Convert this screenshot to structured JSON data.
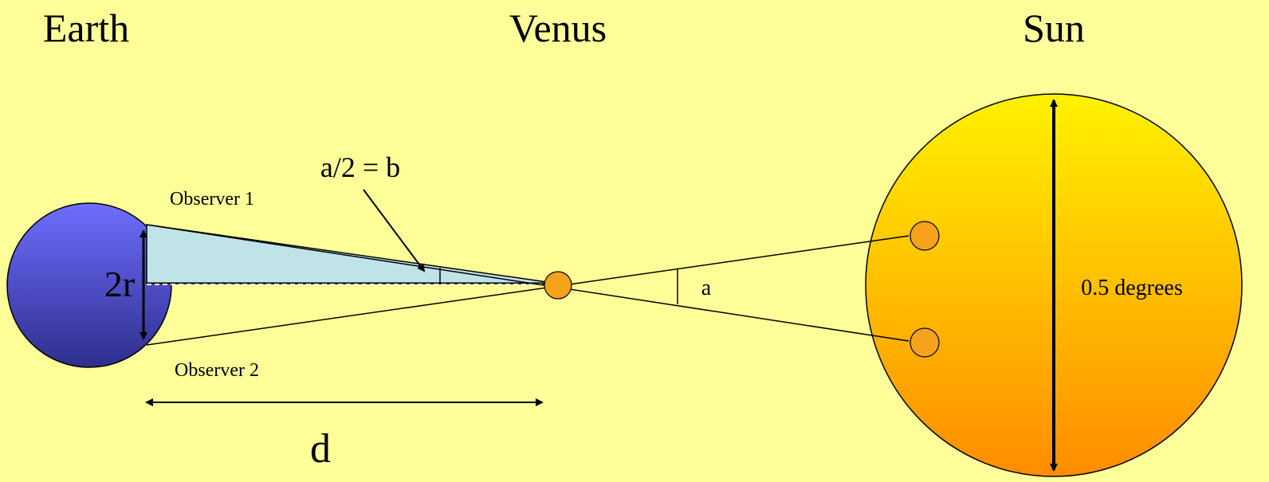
{
  "diagram": {
    "bodies": {
      "earth": "Earth",
      "venus": "Venus",
      "sun": "Sun"
    },
    "labels": {
      "observer_1": "Observer 1",
      "observer_2": "Observer 2",
      "earth_diameter": "2r",
      "half_angle": "a/2 = b",
      "angle": "a",
      "distance": "d",
      "sun_angular_size": "0.5 degrees"
    },
    "colors": {
      "background": "#FFFF99",
      "earth": "#5B5BE0",
      "venus": "#F7A21B",
      "sun_top": "#FFEE00",
      "sun_bottom": "#FF8A00",
      "triangle_fill": "#BFE3E7"
    }
  }
}
